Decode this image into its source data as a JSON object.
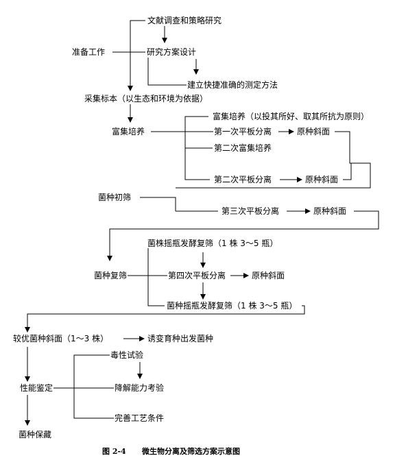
{
  "colors": {
    "line": "#000000",
    "text": "#000000",
    "background": "#ffffff"
  },
  "nodes": {
    "lit_research": "文献调查和策略研究",
    "preparation": "准备工作",
    "scheme_design": "研究方案设计",
    "rapid_method": "建立快捷准确的测定方法",
    "sampling": "采集标本（以生态和环境为依据）",
    "enrichment": "富集培养",
    "enrichment_principle": "富集培养（以投其所好、取其所抗为原则）",
    "plate1": "第一次平板分离",
    "slant1": "原种斜面",
    "enrichment2": "第二次富集培养",
    "plate2": "第二次平板分离",
    "slant2": "原种斜面",
    "initial_screening": "菌种初筛",
    "plate3": "第三次平板分离",
    "slant3": "原种斜面",
    "shake_flask1": "菌株摇瓶发酵复筛（1 株 3～5 瓶）",
    "rescreening": "菌种复筛",
    "plate4": "第四次平板分离",
    "slant4": "原种斜面",
    "shake_flask2": "菌种摇瓶发酵复筛（1 株 3～5 瓶）",
    "superior_slant": "较优菌种斜面（1～3 株）",
    "mutagenesis": "诱变育种出发菌种",
    "performance": "性能鉴定",
    "toxicity": "毒性试验",
    "degradation": "降解能力考验",
    "process": "完善工艺条件",
    "preservation": "菌种保藏"
  },
  "caption": {
    "number": "图 2-4",
    "title": "微生物分离及筛选方案示意图"
  }
}
